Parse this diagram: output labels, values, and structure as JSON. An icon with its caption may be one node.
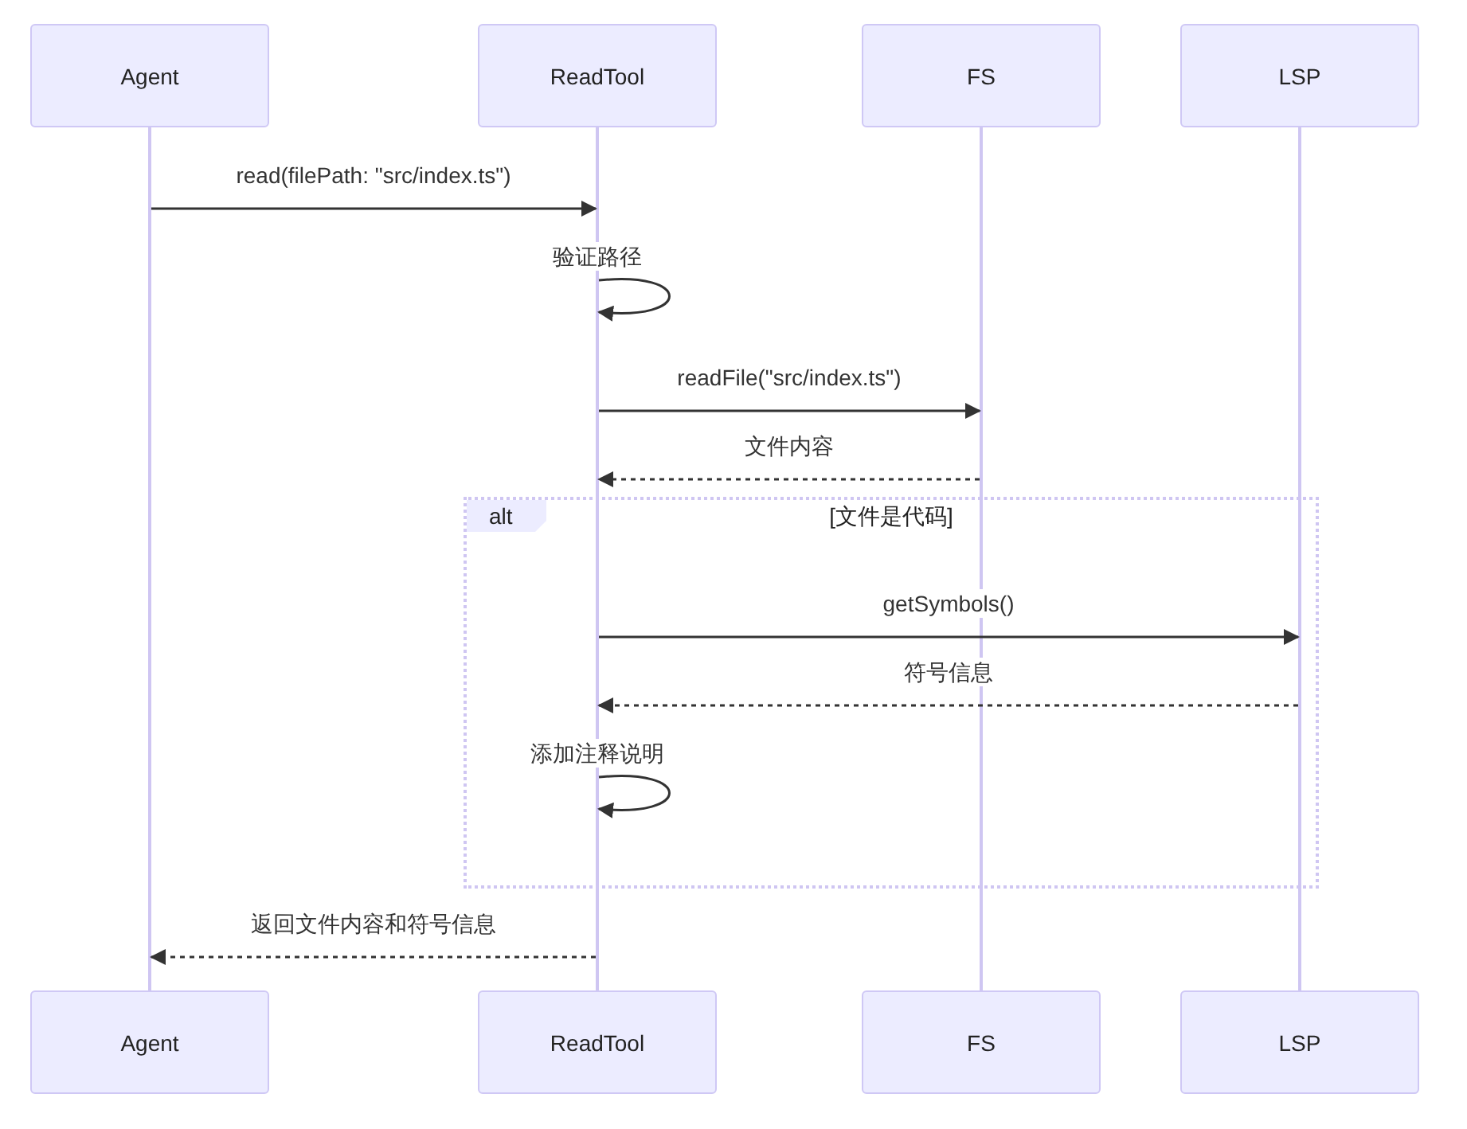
{
  "diagram": {
    "nodes": [
      {
        "text": [
          "Agent"
        ]
      },
      {
        "text": [
          "ReadTool"
        ]
      },
      {
        "text": [
          "FS"
        ]
      },
      {
        "text": [
          "LSP"
        ]
      },
      {
        "text": [],
        "shape": "bar"
      },
      {
        "text": [],
        "shape": "bar"
      },
      {
        "text": [],
        "shape": "bar"
      },
      {
        "text": [],
        "shape": "bar"
      },
      {
        "text": [
          "Agent"
        ]
      },
      {
        "text": [
          "ReadTool"
        ]
      },
      {
        "text": [
          "FS"
        ]
      },
      {
        "text": [
          "LSP"
        ]
      }
    ],
    "edges": [
      {
        "from": 4,
        "to": 5,
        "arrow": "to",
        "label": "read(filePath: \"src/index.ts\")"
      },
      {
        "from": 5,
        "to": 5,
        "arrow": "to",
        "label": "验证路径"
      },
      {
        "from": 5,
        "to": 6,
        "arrow": "to",
        "label": "readFile(\"src/index.ts\")"
      },
      {
        "from": 6,
        "to": 5,
        "arrow": "to",
        "label": "文件内容",
        "style": "dashed"
      },
      {
        "from": 5,
        "to": 7,
        "arrow": "to",
        "label": "getSymbols()"
      },
      {
        "from": 7,
        "to": 5,
        "arrow": "to",
        "label": "符号信息",
        "style": "dashed"
      },
      {
        "from": 5,
        "to": 5,
        "arrow": "to",
        "label": "添加注释说明"
      },
      {
        "from": 5,
        "to": 4,
        "arrow": "to",
        "label": "返回文件内容和符号信息",
        "style": "dashed"
      }
    ],
    "labels": [
      "alt",
      "[文件是代码]"
    ]
  }
}
